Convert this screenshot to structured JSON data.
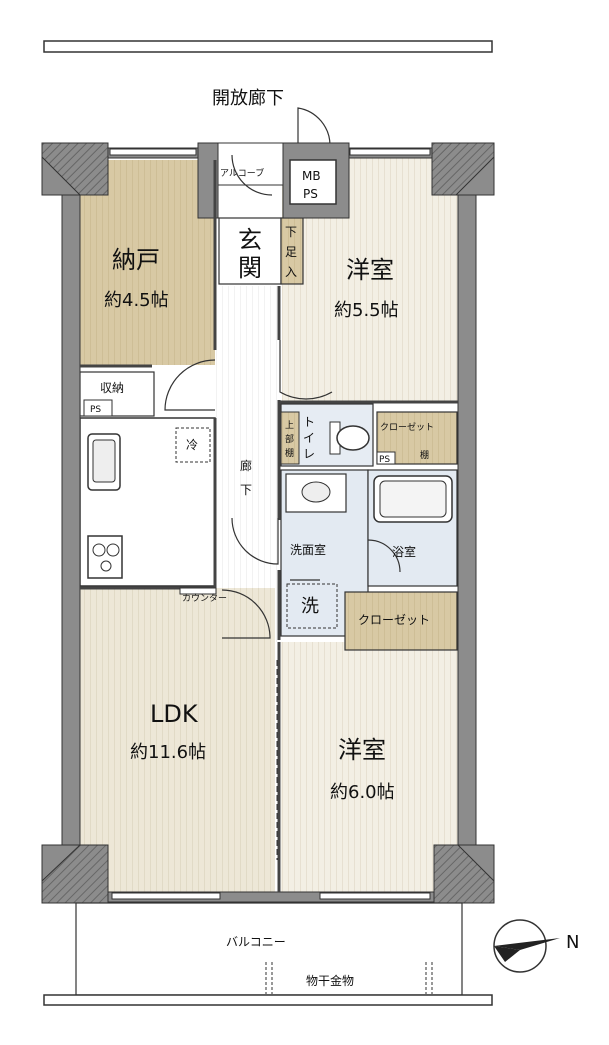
{
  "labels": {
    "open_corridor": "開放廊下",
    "alcove": "アルコーブ",
    "mb": "MB",
    "ps": "PS",
    "genkan_1": "玄",
    "genkan_2": "関",
    "shoe_1": "下",
    "shoe_2": "足",
    "shoe_3": "入",
    "nando_name": "納戸",
    "nando_size": "約4.5帖",
    "yoshitsu_a_name": "洋室",
    "yoshitsu_a_size": "約5.5帖",
    "storage": "収納",
    "ps_small": "PS",
    "fridge": "冷",
    "toilet_1": "ト",
    "toilet_2": "イ",
    "toilet_3": "レ",
    "upper_shelf_1": "上",
    "upper_shelf_2": "部",
    "upper_shelf_3": "棚",
    "closet_small": "クローゼット",
    "shelf": "棚",
    "ps_toilet": "PS",
    "hall_1": "廊",
    "hall_2": "下",
    "washroom": "洗面室",
    "bathroom": "浴室",
    "washer": "洗",
    "closet_big": "クローゼット",
    "counter": "カウンター",
    "ldk_name": "LDK",
    "ldk_size": "約11.6帖",
    "yoshitsu_b_name": "洋室",
    "yoshitsu_b_size": "約6.0帖",
    "balcony": "バルコニー",
    "drying_rack": "物干金物",
    "north": "N"
  },
  "colors": {
    "wall": "#8c8c8c",
    "wall_dark": "#555555",
    "nando": "#d8c9a4",
    "room_light": "#f1ede2",
    "ldk": "#ece6d6",
    "wet": "#e3eaf2",
    "closet": "#d8c9a4",
    "corridor": "#ffffff"
  }
}
